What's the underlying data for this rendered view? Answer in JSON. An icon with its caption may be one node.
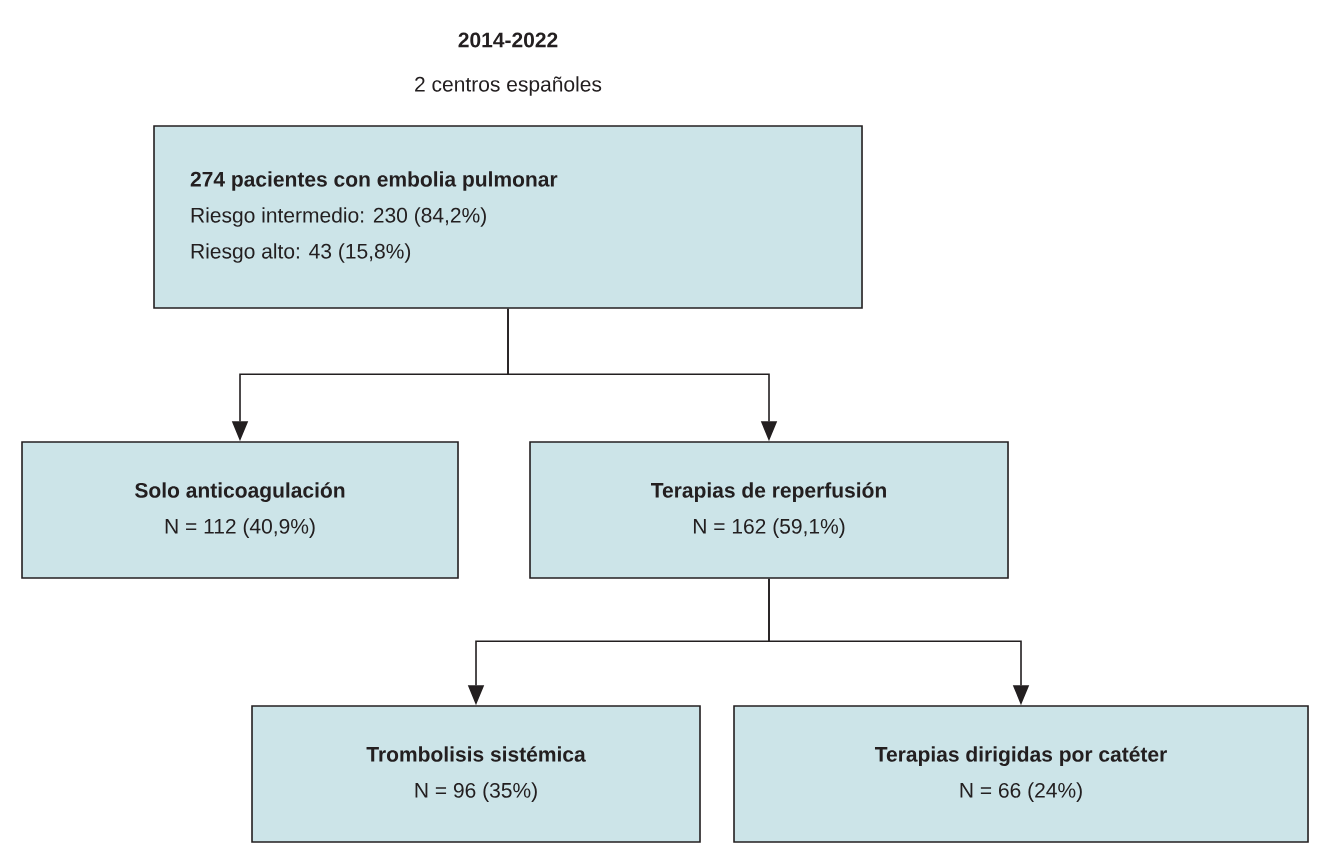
{
  "diagram": {
    "title": "2014-2022",
    "nodes": [
      {
        "text": [
          "274 pacientes con embolia pulmonar",
          "Riesgo intermedio: 230 (84,2%)",
          "Riesgo alto: 43 (15,8%)"
        ]
      },
      {
        "text": [
          "Solo anticoagulación",
          "N = 112 (40,9%)"
        ]
      },
      {
        "text": [
          "Terapias de reperfusión",
          "N = 162 (59,1%)"
        ]
      },
      {
        "text": [
          "Trombolisis sistémica",
          "N = 96 (35%)"
        ]
      },
      {
        "text": [
          "Terapias dirigidas por catéter",
          "N = 66 (24%)"
        ]
      }
    ],
    "edges": [
      {
        "from": 0,
        "to": 1,
        "arrow": "to"
      },
      {
        "from": 0,
        "to": 2,
        "arrow": "to"
      },
      {
        "from": 2,
        "to": 3,
        "arrow": "to"
      },
      {
        "from": 2,
        "to": 4,
        "arrow": "to"
      }
    ],
    "labels": [
      "2 centros españoles"
    ]
  }
}
